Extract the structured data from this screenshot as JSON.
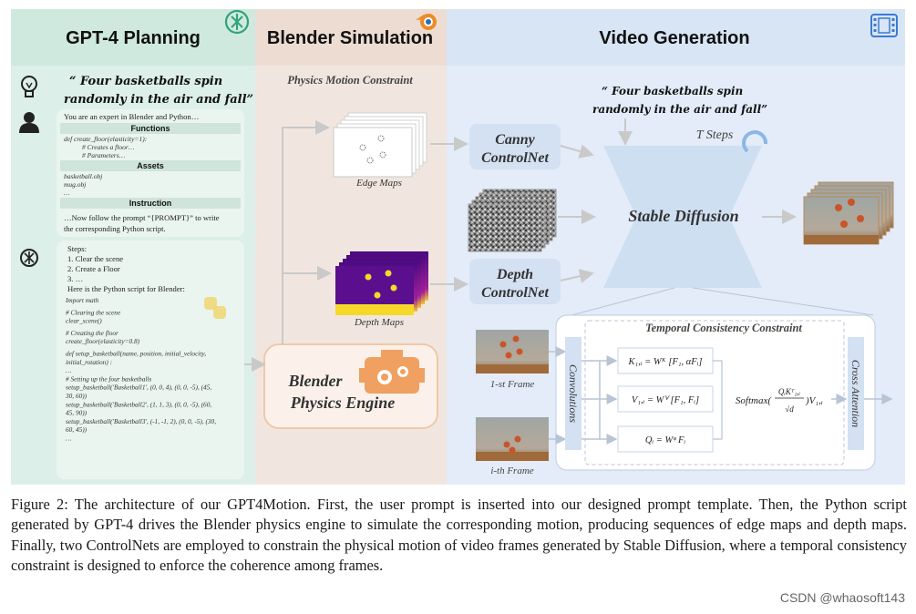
{
  "sections": {
    "planning": "GPT-4 Planning",
    "simulation": "Blender Simulation",
    "video": "Video Generation"
  },
  "prompt_text": {
    "left_line1": "“ Four basketballs spin",
    "left_line2": "randomly in the air and fall”",
    "right_line1": "“ Four basketballs spin",
    "right_line2": "randomly in the air and fall”"
  },
  "template": {
    "intro": "You are an expert in Blender and Python…",
    "functions_header": "Functions",
    "func_lines": [
      "def create_floor(elasticity=1):",
      "# Creates a floor…",
      "# Parameters…"
    ],
    "assets_header": "Assets",
    "asset_lines": [
      "basketball.obj",
      "mug.obj",
      "…"
    ],
    "instruction_header": "Instruction",
    "instruction_line1": "…Now follow the prompt “{PROMPT}” to write",
    "instruction_line2": "the corresponding Python script."
  },
  "response": {
    "steps_header": "Steps:",
    "steps": [
      "1. Clear the scene",
      "2. Create a Floor",
      "3. …"
    ],
    "script_header": "Here is the Python script for Blender:",
    "code_lines": [
      "Import math",
      "",
      "# Clearing the scene",
      "clear_scene()",
      "",
      "# Creating the floor",
      "create_floor(elasticity=0.8)",
      "",
      "def setup_basketball(name, position, initial_velocity,",
      "initial_rotation) :",
      "…",
      "# Setting up the four basketballs",
      "setup_basketball('Basketball1', (0, 0, 4), (0, 0, -5), (45,",
      "30, 60))",
      "setup_basketball('Basketball2', (1, 1, 3), (0, 0, -5), (60,",
      "45, 90))",
      "setup_basketball('Basketball3', (-1, -1, 2), (0, 0, -5), (30,",
      "60, 45))",
      "…"
    ]
  },
  "simulation": {
    "constraint_title": "Physics Motion Constraint",
    "edge_maps": "Edge Maps",
    "depth_maps": "Depth Maps",
    "engine_line1": "Blender",
    "engine_line2": "Physics Engine"
  },
  "video": {
    "canny_line1": "Canny",
    "canny_line2": "ControlNet",
    "depth_line1": "Depth",
    "depth_line2": "ControlNet",
    "t_steps": "T Steps",
    "stable_diffusion": "Stable Diffusion",
    "temporal_title": "Temporal Consistency Constraint",
    "first_frame": "1-st Frame",
    "ith_frame": "i-th Frame",
    "convolutions": "Convolutions",
    "cross_attention": "Cross Attention",
    "eq_k": "K₁,ᵢ = Wᴷ [F₁, αFᵢ]",
    "eq_v": "V₁,ᵢ = Wⱽ [F₁, Fᵢ]",
    "eq_q": "Qᵢ = Wᵠ Fᵢ",
    "softmax_pre": "Softmax(",
    "softmax_num": "QᵢKᵀ₁,ᵢ",
    "softmax_den": "√d",
    "softmax_post": ")V₁,ᵢ"
  },
  "caption": "Figure 2: The architecture of our GPT4Motion. First, the user prompt is inserted into our designed prompt template. Then, the Python script generated by GPT-4 drives the Blender physics engine to simulate the corresponding motion, producing sequences of edge maps and depth maps. Finally, two ControlNets are employed to constrain the physical motion of video frames generated by Stable Diffusion, where a temporal consistency constraint is designed to enforce the coherence among frames.",
  "watermark": "CSDN @whaosoft143",
  "colors": {
    "planning_bg": "#dcefe8",
    "simulation_bg": "#f1e6df",
    "video_bg": "#e3ecf8",
    "box_blue": "#d3e1f2",
    "engine_orange": "#f0a060",
    "depth_purple": "#5b0f8f",
    "depth_yellow": "#f6d928"
  }
}
